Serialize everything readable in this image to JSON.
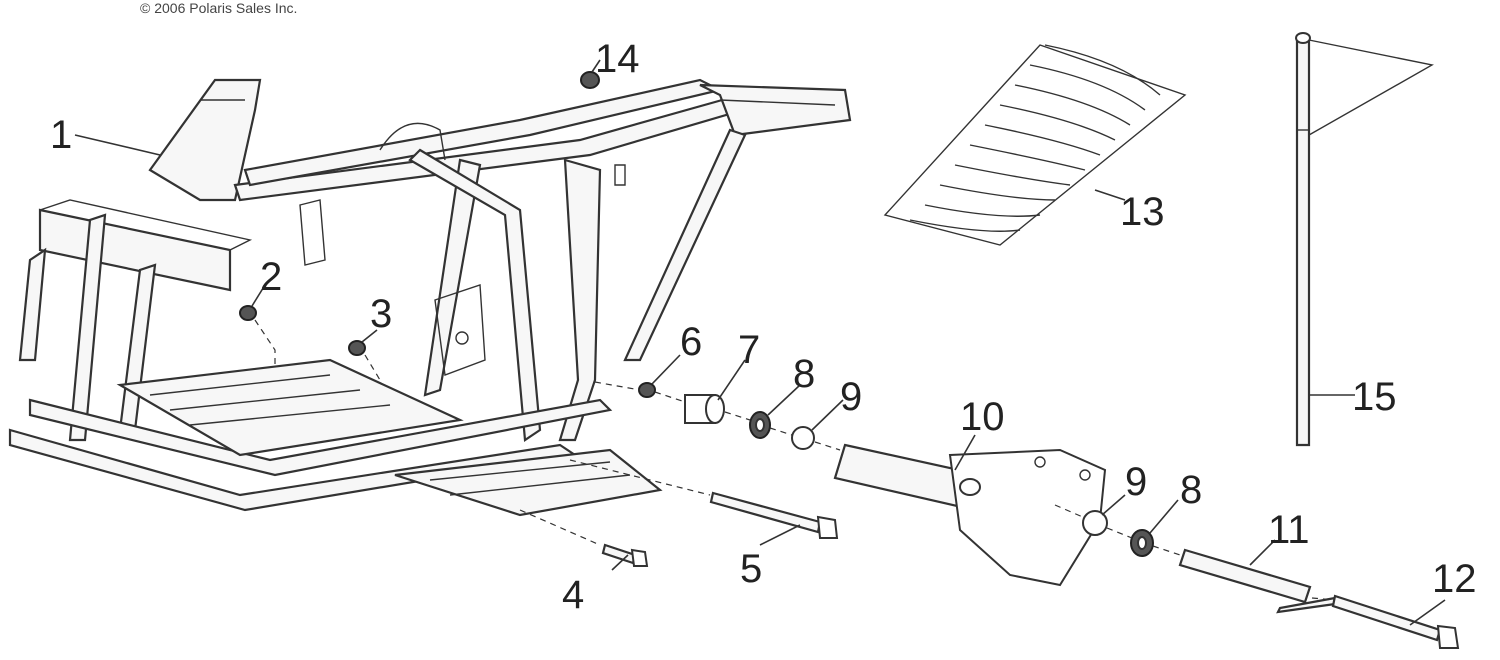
{
  "copyright": "© 2006 Polaris Sales Inc.",
  "callouts": [
    "1",
    "2",
    "3",
    "4",
    "5",
    "6",
    "7",
    "8",
    "9",
    "10",
    "8",
    "9",
    "11",
    "12",
    "13",
    "14",
    "15"
  ]
}
